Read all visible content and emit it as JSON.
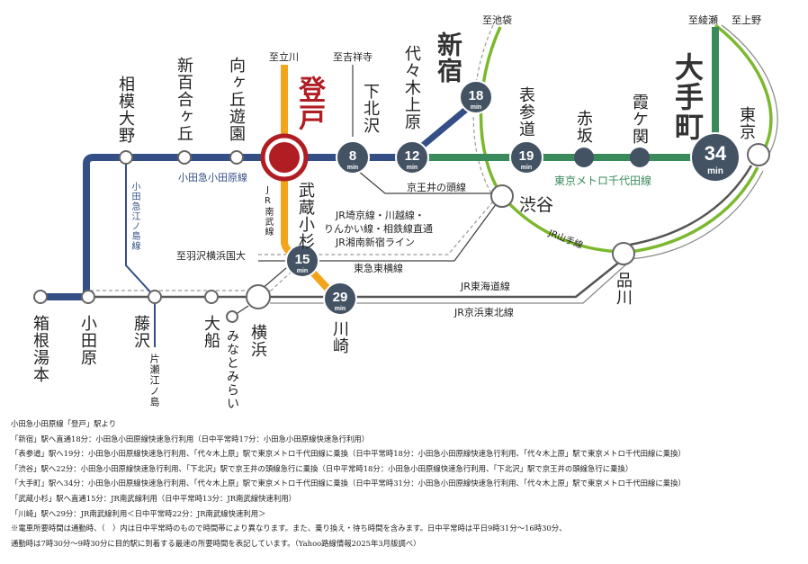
{
  "colors": {
    "odakyu": "#344f86",
    "jr_nambu": "#f2a51b",
    "chiyoda": "#3b8a5c",
    "yamanote": "#7cb82f",
    "time_node": "#445364",
    "origin": "#b01e24",
    "jr_gray": "#555555"
  },
  "origin_station": {
    "name": "登戸",
    "to_label": "至立川"
  },
  "directions": {
    "tachikawa": "至立川",
    "kichijoji": "至吉祥寺",
    "ikebukuro": "至池袋",
    "ayase": "至綾瀬",
    "ueno": "至上野",
    "hazawa": "至羽沢横浜国大"
  },
  "stations": {
    "sagami_ono": "相模大野",
    "shinyurigaoka": "新百合ヶ丘",
    "mukogaoka_yuen": "向ヶ丘遊園",
    "shimokitazawa": "下北沢",
    "yoyogi_uehara": "代々木上原",
    "shinjuku": "新宿",
    "omotesando": "表参道",
    "akasaka": "赤坂",
    "kasumigaseki": "霞ケ関",
    "otemachi": "大手町",
    "tokyo": "東京",
    "shibuya": "渋谷",
    "shinagawa": "品川",
    "musashi_kosugi": "武蔵小杉",
    "kawasaki": "川崎",
    "yokohama": "横浜",
    "minatomirai": "みなとみらい",
    "ofuna": "大船",
    "fujisawa": "藤沢",
    "katase_enoshima": "片瀬江ノ島",
    "odawara": "小田原",
    "hakone_yumoto": "箱根湯本"
  },
  "times": {
    "shimokitazawa": {
      "value": "8",
      "unit": "min"
    },
    "yoyogi_uehara": {
      "value": "12",
      "unit": "min"
    },
    "shinjuku": {
      "value": "18",
      "unit": "min"
    },
    "omotesando": {
      "value": "19",
      "unit": "min"
    },
    "otemachi": {
      "value": "34",
      "unit": "min"
    },
    "musashi_kosugi": {
      "value": "15",
      "unit": "min"
    },
    "kawasaki": {
      "value": "29",
      "unit": "min"
    }
  },
  "lines": {
    "odakyu_odawara": "小田急小田原線",
    "odakyu_enoshima": "小田急江ノ島線",
    "jr_nambu": "JR南武線",
    "keio_inokashira": "京王井の頭線",
    "chiyoda": "東京メトロ千代田線",
    "yamanote": "JR山手線",
    "saikyo_l1": "JR埼京線・川越線・",
    "saikyo_l2": "りんかい線・相鉄線直通",
    "saikyo_l3": "JR湘南新宿ライン",
    "tokyu_toyoko": "東急東横線",
    "tokaido": "JR東海道線",
    "keihin_tohoku": "JR京浜東北線"
  },
  "notes": [
    "小田急小田原線「登戸」駅より",
    "「新宿」駅へ直通18分：小田急小田原線快速急行利用（日中平常時17分：小田急小田原線快速急行利用）",
    "「表参道」駅へ19分：小田急小田原線快速急行利用、「代々木上原」駅で東京メトロ千代田線に乗換（日中平常時18分：小田急小田原線快速急行利用、「代々木上原」駅で東京メトロ千代田線に乗換）",
    "「渋谷」駅へ22分：小田急小田原線快速急行利用、「下北沢」駅で京王井の頭線急行に乗換（日中平常時18分：小田急小田原線快速急行利用、「下北沢」駅で京王井の頭線急行に乗換）",
    "「大手町」駅へ34分：小田急小田原線快速急行利用、「代々木上原」駅で東京メトロ千代田線に乗換（日中平常時31分：小田急小田原線快速急行利用、「代々木上原」駅で東京メトロ千代田線に乗換）",
    "「武蔵小杉」駅へ直通15分：JR南武線利用（日中平常時13分：JR南武線快速利用）",
    "「川崎」駅へ29分：JR南武線利用＜日中平常時22分：JR南武線快速利用＞",
    "※電車所要時間は通勤時、（　）内は日中平常時のもので時間帯により異なります。また、乗り換え・待ち時間を含みます。日中平常時は平日9時31分〜16時30分、",
    "通勤時は7時30分〜9時30分に目的駅に到着する最速の所要時間を表記しています。（Yahoo路線情報2025年3月版調べ）"
  ]
}
